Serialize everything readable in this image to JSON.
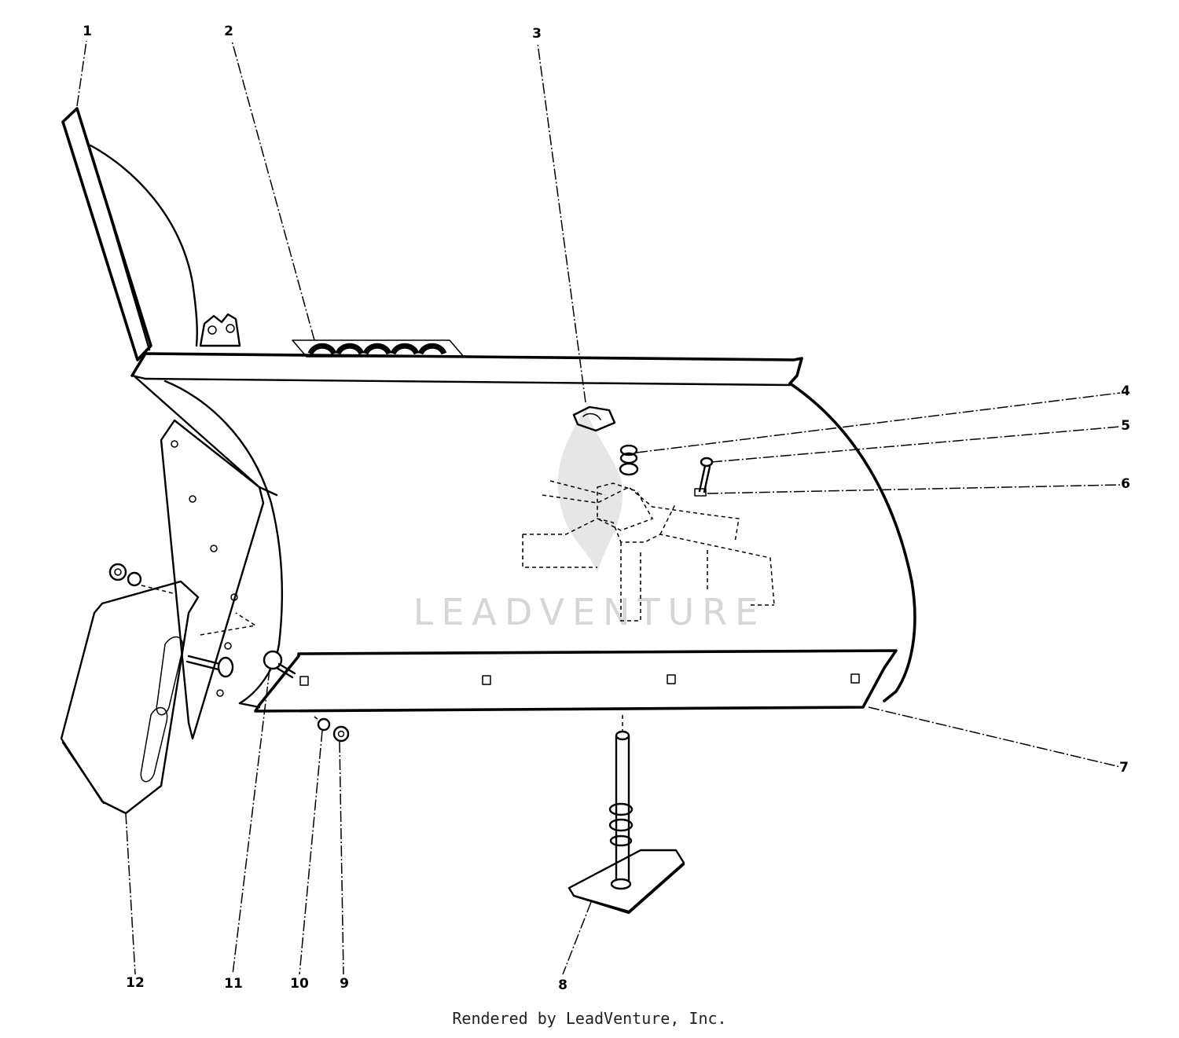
{
  "callouts": [
    {
      "id": "1",
      "label": "1"
    },
    {
      "id": "2",
      "label": "2"
    },
    {
      "id": "3",
      "label": "3"
    },
    {
      "id": "4",
      "label": "4"
    },
    {
      "id": "5",
      "label": "5"
    },
    {
      "id": "6",
      "label": "6"
    },
    {
      "id": "7",
      "label": "7"
    },
    {
      "id": "8",
      "label": "8"
    },
    {
      "id": "9",
      "label": "9"
    },
    {
      "id": "10",
      "label": "10"
    },
    {
      "id": "11",
      "label": "11"
    },
    {
      "id": "12",
      "label": "12"
    }
  ],
  "watermark": "LEADVENTURE",
  "footer": {
    "credit": "Rendered by LeadVenture, Inc."
  }
}
